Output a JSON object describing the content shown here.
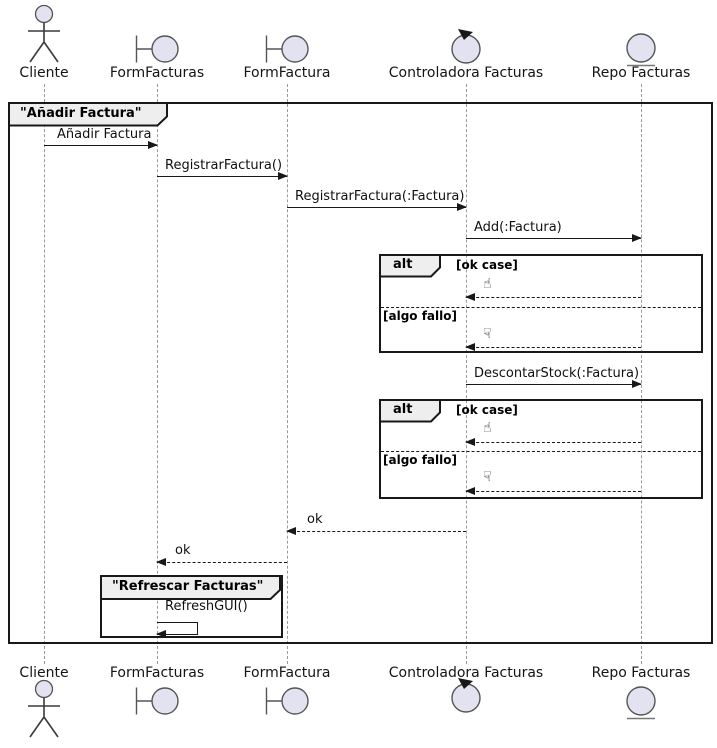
{
  "diagram": {
    "kind": "uml-sequence-diagram",
    "participants": [
      {
        "name": "Cliente",
        "type": "actor"
      },
      {
        "name": "FormFacturas",
        "type": "boundary"
      },
      {
        "name": "FormFactura",
        "type": "boundary"
      },
      {
        "name": "Controladora Facturas",
        "type": "control"
      },
      {
        "name": "Repo Facturas",
        "type": "entity"
      }
    ],
    "main_frame": {
      "title": "\"Añadir Factura\""
    },
    "refresh_frame": {
      "title": "\"Refrescar Facturas\""
    },
    "alt_fragments": [
      {
        "operator": "alt",
        "guard_ok": "[ok case]",
        "guard_fail": "[algo fallo]"
      },
      {
        "operator": "alt",
        "guard_ok": "[ok case]",
        "guard_fail": "[algo fallo]"
      }
    ],
    "messages": {
      "m1": "Añadir Factura",
      "m2": "RegistrarFactura()",
      "m3": "RegistrarFactura(:Factura)",
      "m4": "Add(:Factura)",
      "m5": "DescontarStock(:Factura)",
      "ok1": "ok",
      "ok2": "ok",
      "m8": "RefreshGUI()"
    },
    "icons": {
      "thumb_up_glyph": "☝",
      "thumb_down_glyph": "☟"
    },
    "colors": {
      "icon_fill": "#E2E2F0",
      "frame_label_fill": "#EEEEEE",
      "line": "#181818",
      "lifeline": "#9A9A9A"
    }
  }
}
